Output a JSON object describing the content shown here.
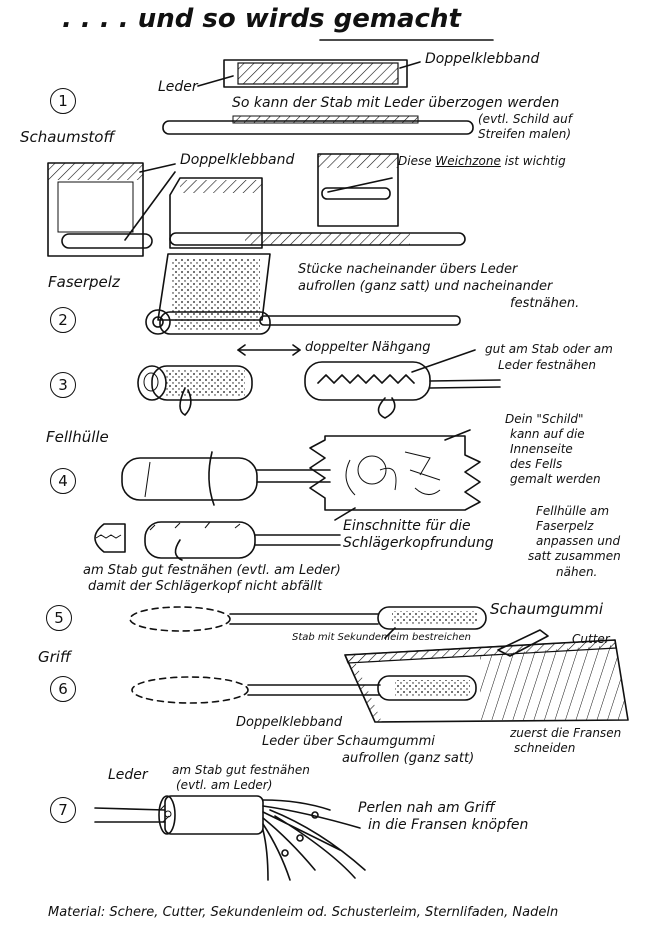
{
  "title": ". . . .  und so wirds gemacht",
  "steps": [
    "1",
    "2",
    "3",
    "4",
    "5",
    "6",
    "7"
  ],
  "step1": {
    "leder": "Leder",
    "doppelklebband": "Doppelklebband",
    "caption": "So kann der Stab mit Leder überzogen werden",
    "note_line1": "(evtl. Schild auf",
    "note_line2": "Streifen malen)"
  },
  "schaumstoff": {
    "label": "Schaumstoff",
    "doppelklebband": "Doppelklebband",
    "weichzone_pre": "Diese ",
    "weichzone_word": "Weichzone",
    "weichzone_post": " ist wichtig"
  },
  "step2": {
    "label": "Faserpelz",
    "line1": "Stücke nacheinander übers Leder",
    "line2": "aufrollen (ganz satt) und nacheinander",
    "line3": "festnähen."
  },
  "step3": {
    "doppelter": "doppelter Nähgang",
    "line1": "gut am Stab oder am",
    "line2": "Leder festnähen"
  },
  "step4": {
    "label": "Fellhülle",
    "schild1": "Dein \"Schild\"",
    "schild2": "kann auf die",
    "schild3": "Innenseite",
    "schild4": "des Fells",
    "schild5": "gemalt werden",
    "einschnitte1": "Einschnitte für die",
    "einschnitte2": "Schlägerkopfrundung",
    "anpassen1": "Fellhülle am",
    "anpassen2": "Faserpelz",
    "anpassen3": "anpassen und",
    "anpassen4": "satt zusammen",
    "anpassen5": "nähen.",
    "bottom1": "am Stab gut festnähen (evtl. am Leder)",
    "bottom2": "damit der Schlägerkopf nicht abfällt"
  },
  "step5": {
    "schaumgummi": "Schaumgummi",
    "sekundenleim": "Stab mit Sekundenleim bestreichen",
    "cutter": "Cutter"
  },
  "step6": {
    "griff": "Griff",
    "doppelklebband": "Doppelklebband",
    "leder1": "Leder über Schaumgummi",
    "leder2": "aufrollen (ganz satt)",
    "fransen1": "zuerst die Fransen",
    "fransen2": "schneiden"
  },
  "step7": {
    "leder": "Leder",
    "festnaehen1": "am Stab gut festnähen",
    "festnaehen2": "(evtl. am Leder)",
    "perlen1": "Perlen nah am Griff",
    "perlen2": "in die Fransen knöpfen"
  },
  "material": "Material: Schere, Cutter, Sekundenleim od. Schusterleim, Sternlifaden, Nadeln"
}
